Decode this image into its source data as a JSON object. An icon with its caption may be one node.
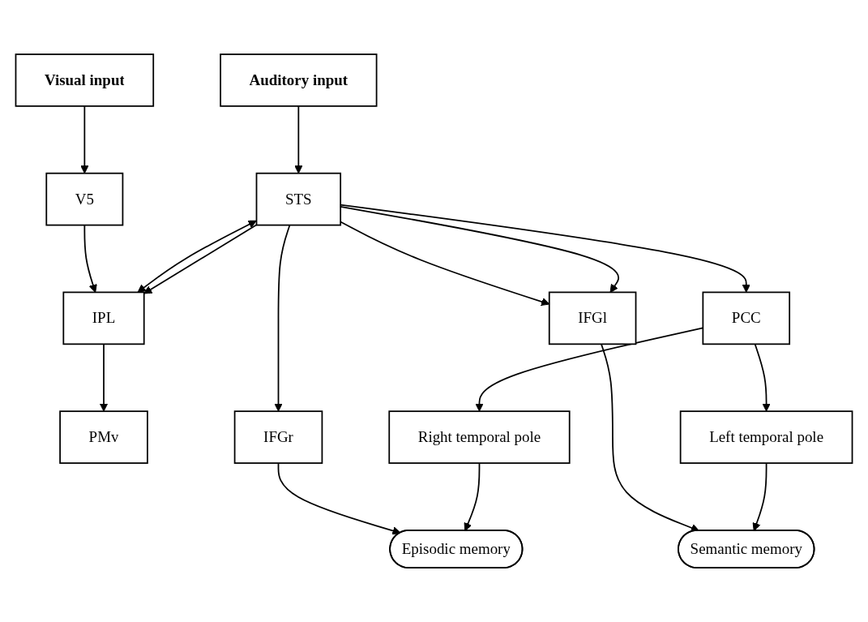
{
  "diagram": {
    "nodes": [
      {
        "text": [
          "PMv"
        ]
      },
      {
        "text": [
          "IPL"
        ]
      },
      {
        "text": [
          "IFGl"
        ]
      },
      {
        "text": [
          "IFGr"
        ]
      },
      {
        "text": [
          "V5"
        ]
      },
      {
        "text": [
          "STS"
        ]
      },
      {
        "text": [
          "Visual input"
        ]
      },
      {
        "text": [
          "Auditory input"
        ]
      },
      {
        "text": [
          "Semantic memory"
        ]
      },
      {
        "text": [
          "PCC"
        ]
      },
      {
        "text": [
          "Left temporal pole"
        ]
      },
      {
        "text": [
          "Episodic memory"
        ]
      },
      {
        "text": [
          "Right temporal pole"
        ]
      }
    ],
    "edges": [
      {
        "from": 1,
        "to": 0,
        "arrow": "to"
      },
      {
        "from": 4,
        "to": 1,
        "arrow": "to"
      },
      {
        "from": 5,
        "to": 1,
        "arrow": "both"
      },
      {
        "from": 5,
        "to": 1,
        "arrow": "to"
      },
      {
        "from": 5,
        "to": 3,
        "arrow": "to"
      },
      {
        "from": 5,
        "to": 2,
        "arrow": "to"
      },
      {
        "from": 5,
        "to": 2,
        "arrow": "to"
      },
      {
        "from": 6,
        "to": 4,
        "arrow": "to"
      },
      {
        "from": 2,
        "to": 8,
        "arrow": "to"
      },
      {
        "from": 3,
        "to": 11,
        "arrow": "to"
      },
      {
        "from": 7,
        "to": 5,
        "arrow": "to"
      },
      {
        "from": 5,
        "to": 9,
        "arrow": "to"
      },
      {
        "from": 9,
        "to": 10,
        "arrow": "to"
      },
      {
        "from": 9,
        "to": 12,
        "arrow": "to"
      },
      {
        "from": 10,
        "to": 8,
        "arrow": "to"
      },
      {
        "from": 12,
        "to": 11,
        "arrow": "to"
      }
    ]
  }
}
